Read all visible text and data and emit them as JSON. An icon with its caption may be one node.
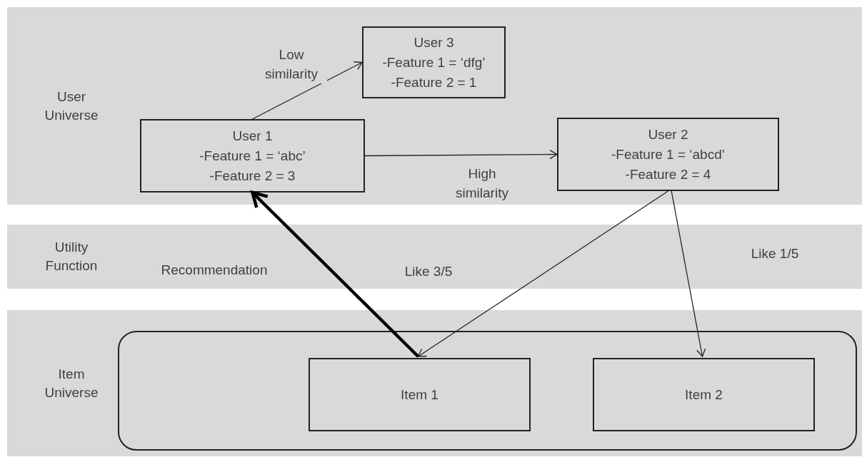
{
  "diagram": {
    "nodes": [
      {
        "text": [
          "User 3",
          "-Feature 1 = ‘dfg’",
          "-Feature 2 = 1"
        ]
      },
      {
        "text": [
          "User 1",
          "-Feature 1 = ‘abc’",
          "-Feature 2 = 3"
        ]
      },
      {
        "text": [
          "User 2",
          "-Feature 1 = ‘abcd’",
          "-Feature 2 = 4"
        ]
      },
      {
        "text": [],
        "shape": "box"
      },
      {
        "text": [
          "Item 1"
        ],
        "in": 3
      },
      {
        "text": [
          "Item 2"
        ],
        "in": 3
      }
    ],
    "edges": [
      {
        "from": 1,
        "to": 0,
        "arrow": "to",
        "label": "Low similarity"
      },
      {
        "from": 1,
        "to": 2,
        "arrow": "to",
        "label": "High similarity"
      },
      {
        "from": 4,
        "to": 1,
        "arrow": "to",
        "label": "Recommendation",
        "style": "thick"
      },
      {
        "from": 2,
        "to": 4,
        "arrow": "to",
        "label": "Like 3/5"
      },
      {
        "from": 2,
        "to": 5,
        "arrow": "to",
        "label": "Like 1/5"
      }
    ],
    "labels": [
      "User Universe",
      "Utility Function",
      "Item Universe"
    ]
  }
}
